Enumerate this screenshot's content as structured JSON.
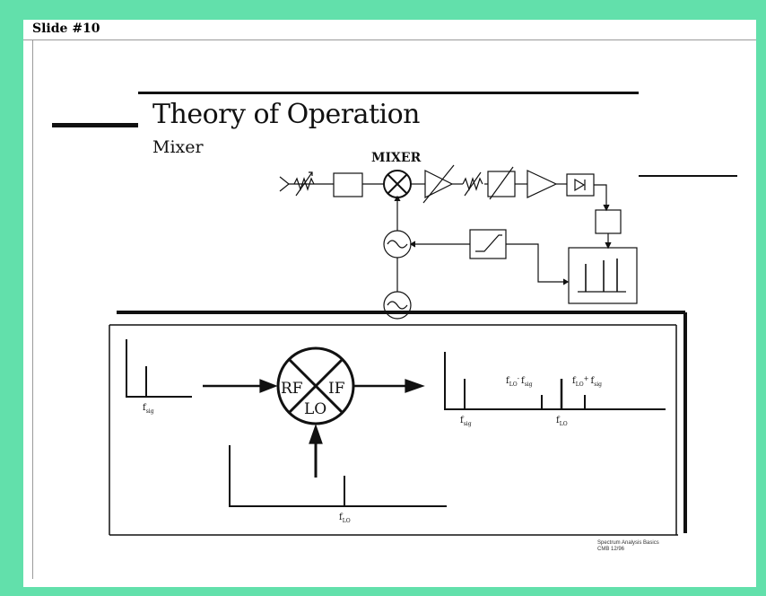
{
  "slide": {
    "label": "Slide #10"
  },
  "header": {
    "title": "Theory of Operation",
    "subtitle": "Mixer"
  },
  "block_diagram": {
    "mixer_label": "MIXER"
  },
  "mixer_detail": {
    "port_rf": "RF",
    "port_if": "IF",
    "port_lo": "LO",
    "input_freq": {
      "main": "f",
      "sub": "sig"
    },
    "lo_freq": {
      "main": "f",
      "sub": "LO"
    },
    "out_sig": {
      "main": "f",
      "sub": "sig"
    },
    "out_lo": {
      "main": "f",
      "sub": "LO"
    },
    "out_diff": {
      "a": "f",
      "a_sub": "LO",
      "op": "-",
      "b": "f",
      "b_sub": "sig"
    },
    "out_sum": {
      "a": "f",
      "a_sub": "LO",
      "op": "+",
      "b": "f",
      "b_sub": "sig"
    }
  },
  "footer": {
    "line1": "Spectrum Analysis Basics",
    "line2": "CMB   12/96"
  }
}
